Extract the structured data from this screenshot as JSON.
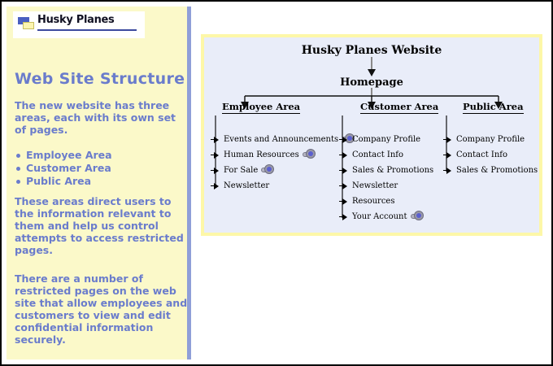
{
  "logo": {
    "text": "Husky Planes",
    "icon": "folder-squares-icon"
  },
  "sidebar": {
    "heading": "Web Site Structure",
    "paragraph_1": "The new website has three areas, each with its own set of pages.",
    "bullets": [
      "Employee Area",
      "Customer Area",
      "Public Area"
    ],
    "paragraph_2": "These areas direct users to the information relevant to them and help us control attempts to access restricted pages.",
    "paragraph_3": "There are a number of restricted pages on the web site that allow employees and customers to view and edit confidential information securely.",
    "text_color": "#6a7ccc",
    "background_color": "#fbf9c9",
    "edge_color": "#8f9fd8"
  },
  "diagram": {
    "title": "Husky Planes Website",
    "root": "Homepage",
    "background_color": "#e9edf9",
    "border_color": "#fdf7a8",
    "columns": [
      {
        "header": "Employee Area",
        "items": [
          {
            "label": "Events and Announcements",
            "secure": true
          },
          {
            "label": "Human Resources",
            "secure": true
          },
          {
            "label": "For Sale",
            "secure": true
          },
          {
            "label": "Newsletter",
            "secure": false
          }
        ]
      },
      {
        "header": "Customer Area",
        "items": [
          {
            "label": "Company Profile",
            "secure": false
          },
          {
            "label": "Contact Info",
            "secure": false
          },
          {
            "label": "Sales & Promotions",
            "secure": false
          },
          {
            "label": "Newsletter",
            "secure": false
          },
          {
            "label": "Resources",
            "secure": false
          },
          {
            "label": "Your Account",
            "secure": true
          }
        ]
      },
      {
        "header": "Public Area",
        "items": [
          {
            "label": "Company Profile",
            "secure": false
          },
          {
            "label": "Contact Info",
            "secure": false
          },
          {
            "label": "Sales & Promotions",
            "secure": false
          }
        ]
      }
    ]
  }
}
